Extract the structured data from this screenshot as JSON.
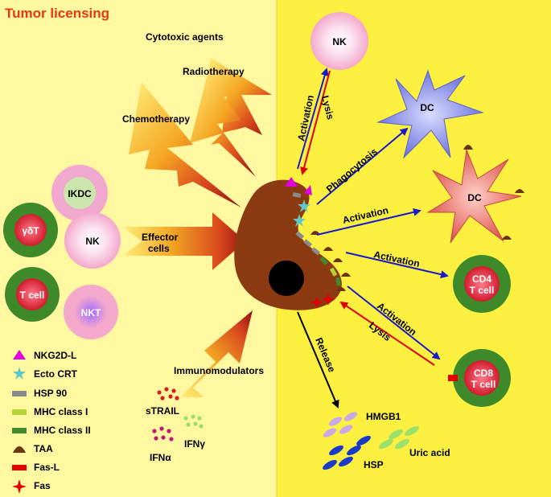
{
  "title": "Tumor licensing",
  "treatments": {
    "cytotoxic": "Cytotoxic agents",
    "radiotherapy": "Radiotherapy",
    "chemotherapy": "Chemotherapy"
  },
  "effector_label_1": "Effector",
  "effector_label_2": "cells",
  "immunomodulators": "Immunomodulators",
  "cells": {
    "ikdc": "IKDC",
    "gdt": "γδT",
    "nk_left": "NK",
    "tcell": "T cell",
    "nkt": "NKT",
    "nk_top": "NK",
    "dc_blue": "DC",
    "dc_red": "DC",
    "cd4_1": "CD4",
    "cd4_2": "T cell",
    "cd8_1": "CD8",
    "cd8_2": "T cell"
  },
  "arrows": {
    "activation_nk": "Activation",
    "lysis_nk": "Lysis",
    "phagocytosis": "Phagocytosis",
    "activation_dc": "Activation",
    "activation_cd4": "Activation",
    "activation_cd8": "Activation",
    "lysis_cd8": "Lysis",
    "release": "Release"
  },
  "cytokines": {
    "strail": "sTRAIL",
    "ifng": "IFNγ",
    "ifna": "IFNα"
  },
  "released": {
    "hmgb1": "HMGB1",
    "hsp": "HSP",
    "uric": "Uric acid"
  },
  "legend": [
    {
      "label": "NKG2D-L",
      "icon": "triangle-icon",
      "color": "#e000e0"
    },
    {
      "label": "Ecto CRT",
      "icon": "star-icon",
      "color": "#5fc7c7"
    },
    {
      "label": "HSP 90",
      "icon": "bar-icon",
      "color": "#8a8a8a"
    },
    {
      "label": "MHC class I",
      "icon": "bar-icon",
      "color": "#b5d334"
    },
    {
      "label": "MHC class II",
      "icon": "bar-icon",
      "color": "#3f8a2d"
    },
    {
      "label": "TAA",
      "icon": "blob-icon",
      "color": "#6b3410"
    },
    {
      "label": "Fas-L",
      "icon": "bar-icon",
      "color": "#e00000"
    },
    {
      "label": "Fas",
      "icon": "star4-icon",
      "color": "#e00000"
    }
  ],
  "colors": {
    "left_bg": "#fff8a0",
    "right_bg": "#fbef3f",
    "title": "#e8380d",
    "activation_arrow": "#1a1acc",
    "lysis_arrow": "#e00000",
    "tumor": "#8b3a12"
  }
}
